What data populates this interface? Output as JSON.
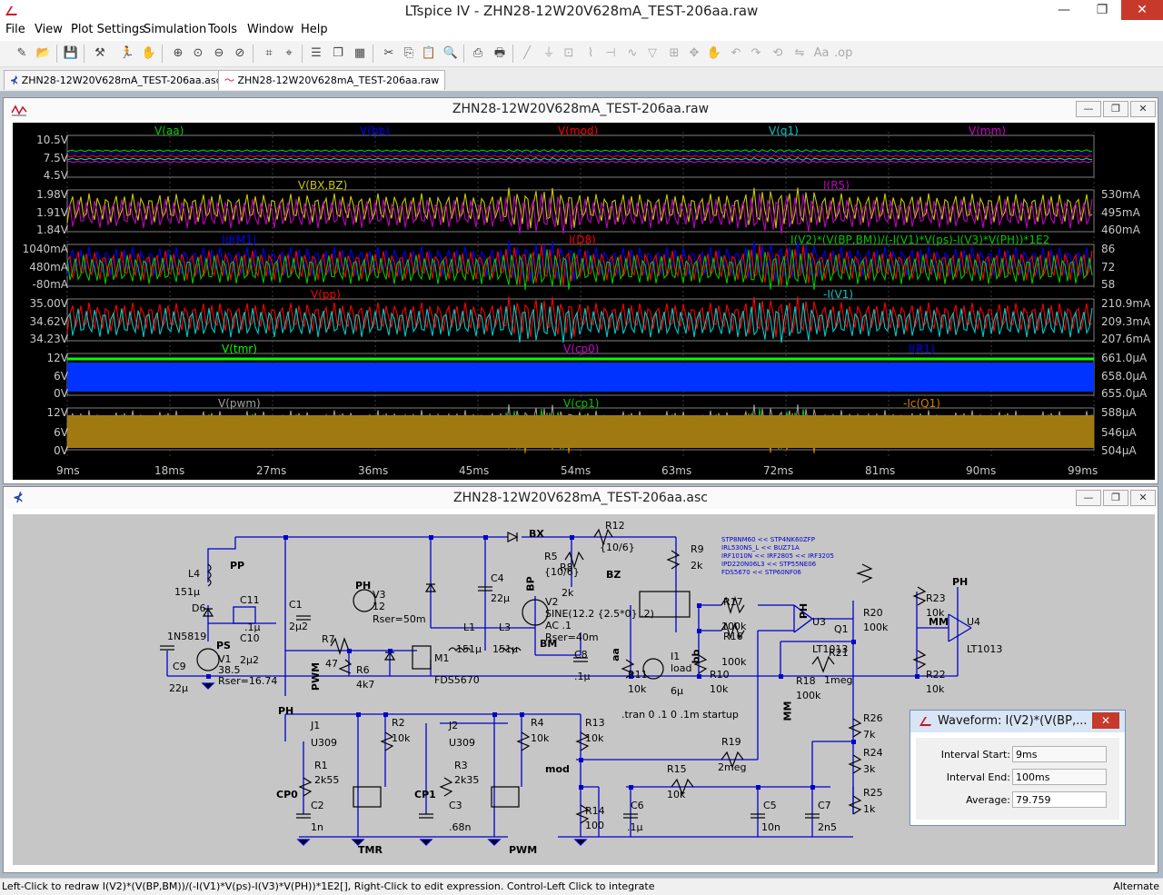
{
  "app": {
    "title": "LTspice IV - ZHN28-12W20V628mA_TEST-206aa.raw",
    "controls": {
      "minimize": "—",
      "restore": "❐",
      "close": "✕"
    }
  },
  "menu": [
    "File",
    "View",
    "Plot Settings",
    "Simulation",
    "Tools",
    "Window",
    "Help"
  ],
  "tabs": [
    {
      "label": "ZHN28-12W20V628mA_TEST-206aa.asc",
      "icon": "schematic-icon"
    },
    {
      "label": "ZHN28-12W20V628mA_TEST-206aa.raw",
      "icon": "waveform-icon"
    }
  ],
  "plot_window": {
    "title": "ZHN28-12W20V628mA_TEST-206aa.raw",
    "panes": [
      {
        "traces": [
          {
            "name": "V(aa)",
            "color": "#00d000"
          },
          {
            "name": "V(bb)",
            "color": "#0000ff"
          },
          {
            "name": "V(mod)",
            "color": "#ff0000"
          },
          {
            "name": "V(q1)",
            "color": "#00c8c8"
          },
          {
            "name": "V(mm)",
            "color": "#d000d0"
          }
        ],
        "left_ticks": [
          "10.5V",
          "7.5V",
          "4.5V"
        ],
        "right_ticks": []
      },
      {
        "traces": [
          {
            "name": "V(BX,BZ)",
            "color": "#c8c800"
          },
          {
            "name": "I(R5)",
            "color": "#c000c0"
          }
        ],
        "left_ticks": [
          "1.98V",
          "1.91V",
          "1.84V"
        ],
        "right_ticks": [
          "530mA",
          "495mA",
          "460mA"
        ]
      },
      {
        "traces": [
          {
            "name": "Id(M1)",
            "color": "#0000ff"
          },
          {
            "name": "I(D8)",
            "color": "#ff0000"
          },
          {
            "name": "I(V2)*(V(BP,BM))/(-I(V1)*V(ps)-I(V3)*V(PH))*1E2",
            "color": "#00c800"
          }
        ],
        "left_ticks": [
          "1040mA",
          "480mA",
          "-80mA"
        ],
        "right_ticks": [
          "86",
          "72",
          "58"
        ]
      },
      {
        "traces": [
          {
            "name": "V(pp)",
            "color": "#ff0000"
          },
          {
            "name": "-I(V1)",
            "color": "#00c8c8"
          }
        ],
        "left_ticks": [
          "35.00V",
          "34.62V",
          "34.23V"
        ],
        "right_ticks": [
          "210.9mA",
          "209.3mA",
          "207.6mA"
        ]
      },
      {
        "traces": [
          {
            "name": "V(tmr)",
            "color": "#00ff00"
          },
          {
            "name": "V(cp0)",
            "color": "#d000d0"
          },
          {
            "name": "I(R1)",
            "color": "#0000ff"
          }
        ],
        "left_ticks": [
          "12V",
          "6V",
          "0V"
        ],
        "right_ticks": [
          "661.0µA",
          "658.0µA",
          "655.0µA"
        ]
      },
      {
        "traces": [
          {
            "name": "V(pwm)",
            "color": "#a0a0a0"
          },
          {
            "name": "V(cp1)",
            "color": "#00c800"
          },
          {
            "name": "-Ic(Q1)",
            "color": "#d08000"
          }
        ],
        "left_ticks": [
          "12V",
          "6V",
          "0V"
        ],
        "right_ticks": [
          "588µA",
          "546µA",
          "504µA"
        ]
      }
    ],
    "x_ticks": [
      "9ms",
      "18ms",
      "27ms",
      "36ms",
      "45ms",
      "54ms",
      "63ms",
      "72ms",
      "81ms",
      "90ms",
      "99ms"
    ]
  },
  "schematic_window": {
    "title": "ZHN28-12W20V628mA_TEST-206aa.asc",
    "labels": {
      "L4": "L4",
      "L4v": "151µ",
      "D6": "D6",
      "D6m": "1N5819",
      "PP": "PP",
      "PS": "PS",
      "C11": "C11",
      "C11v": ".1µ",
      "C10": "C10",
      "C10v": "2µ2",
      "C1": "C1",
      "C1v": "2µ2",
      "V1": "V1",
      "V1v": "38.5",
      "V1r": "Rser=16.74",
      "C9": "C9",
      "C9v": "22µ",
      "V3": "V3",
      "V3v": "12",
      "V3r": "Rser=50m",
      "R7": "R7",
      "R7v": "47",
      "R6": "R6",
      "R6v": "4k7",
      "PWMa": "PWM",
      "M1": "M1",
      "M1m": "FDS5670",
      "L1": "L1",
      "L1v": "151µ",
      "L3": "L3",
      "L3v": "151µ",
      "C4": "C4",
      "C4v": "22µ",
      "V2": "V2",
      "V2v": "SINE(12.2 {2.5*0} .2)",
      "V2ac": "AC .1",
      "V2r": "Rser=40m",
      "C8": "C8",
      "C8v": ".1µ",
      "BX": "BX",
      "BP": "BP",
      "BZ": "BZ",
      "BM": "BM",
      "R12": "R12",
      "R12v": "{10/6}",
      "R5": "R5",
      "R5v": "{10/6}",
      "R8": "R8",
      "R8v": "2k",
      "R9": "R9",
      "R9v": "2k",
      "R17": "R17",
      "R17v": "100k",
      "R16": "R16",
      "R16v": "100k",
      "aa": "aa",
      "bb": "bb",
      "R11": "R11",
      "R11v": "10k",
      "I1": "I1",
      "I1v": "load",
      "I1u": "6µ",
      "R10": "R10",
      "R10v": "10k",
      "U3": "U3",
      "U3m": "LT1013",
      "Q1": "Q1",
      "R20": "R20",
      "R20v": "100k",
      "R21": "R21",
      "R21v": "1meg",
      "R18": "R18",
      "R18v": "100k",
      "MM": "MM",
      "PH1": "PH",
      "R23": "R23",
      "R23v": "10k",
      "MM2": "MM",
      "U4": "U4",
      "U4m": "LT1013",
      "R22": "R22",
      "R22v": "10k",
      "PH2": "PH",
      "PH3": "PH",
      "J1": "J1",
      "J1m": "U309",
      "R1": "R1",
      "R1v": "2k55",
      "CP0": "CP0",
      "C2": "C2",
      "C2v": "1n",
      "R2": "R2",
      "R2v": "10k",
      "TMR": "TMR",
      "J2": "J2",
      "J2m": "U309",
      "R3": "R3",
      "R3v": "2k35",
      "CP1": "CP1",
      "C3": "C3",
      "C3v": ".68n",
      "R4": "R4",
      "R4v": "10k",
      "PWMb": "PWM",
      "R13": "R13",
      "R13v": "10k",
      "mod": "mod",
      "R14": "R14",
      "R14v": "100",
      "C6": "C6",
      "C6v": ".1µ",
      "R15": "R15",
      "R15v": "10k",
      "R19": "R19",
      "R19v": "2meg",
      "C5": "C5",
      "C5v": "10n",
      "C7": "C7",
      "C7v": "2n5",
      "R26": "R26",
      "R26v": "7k",
      "R24": "R24",
      "R24v": "3k",
      "R25": "R25",
      "R25v": "1k",
      "tran": ".tran 0 .1 0 .1m startup"
    },
    "comments": [
      "STP8NM60 << STP4NK60ZFP",
      "IRL530NS_L << BUZ71A",
      "IRF1010N << IRF2805 << IRF3205",
      "IPD220N06L3 << STP55NE06",
      "FDS5670 << STP60NF06"
    ]
  },
  "waveform_dialog": {
    "title": "Waveform: I(V2)*(V(BP,...",
    "fields": [
      {
        "label": "Interval Start:",
        "value": "9ms"
      },
      {
        "label": "Interval End:",
        "value": "100ms"
      },
      {
        "label": "Average:",
        "value": "79.759"
      }
    ]
  },
  "status": {
    "message": "Left-Click to redraw I(V2)*(V(BP,BM))/(-I(V1)*V(ps)-I(V3)*V(PH))*1E2[],  Right-Click to edit expression. Control-Left Click to integrate",
    "mode": "Alternate"
  }
}
